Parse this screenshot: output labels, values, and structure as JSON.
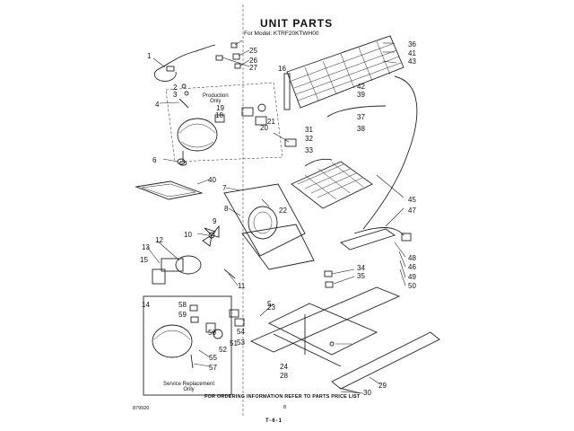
{
  "header": {
    "title": "UNIT PARTS",
    "subtitle": "For Model: KTRF20KTWH00"
  },
  "regions": {
    "production_label": "Production\nOnly",
    "service_label": "Service Replacement\nOnly"
  },
  "footer": {
    "order_note": "FOR ORDERING INFORMATION REFER TO PARTS PRICE LIST",
    "doc_number": "879920",
    "page_number": "8",
    "mark": "T-6-1"
  },
  "callouts": [
    "1",
    "2",
    "3",
    "4",
    "5",
    "6",
    "7",
    "8",
    "9",
    "10",
    "11",
    "12",
    "13",
    "14",
    "15",
    "16",
    "18",
    "19",
    "20",
    "21",
    "22",
    "23",
    "24",
    "25",
    "26",
    "27",
    "28",
    "29",
    "30",
    "31",
    "32",
    "33",
    "34",
    "35",
    "36",
    "37",
    "38",
    "39",
    "40",
    "41",
    "42",
    "43",
    "45",
    "46",
    "47",
    "48",
    "49",
    "50",
    "51",
    "52",
    "53",
    "54",
    "55",
    "56",
    "57",
    "58",
    "59"
  ]
}
